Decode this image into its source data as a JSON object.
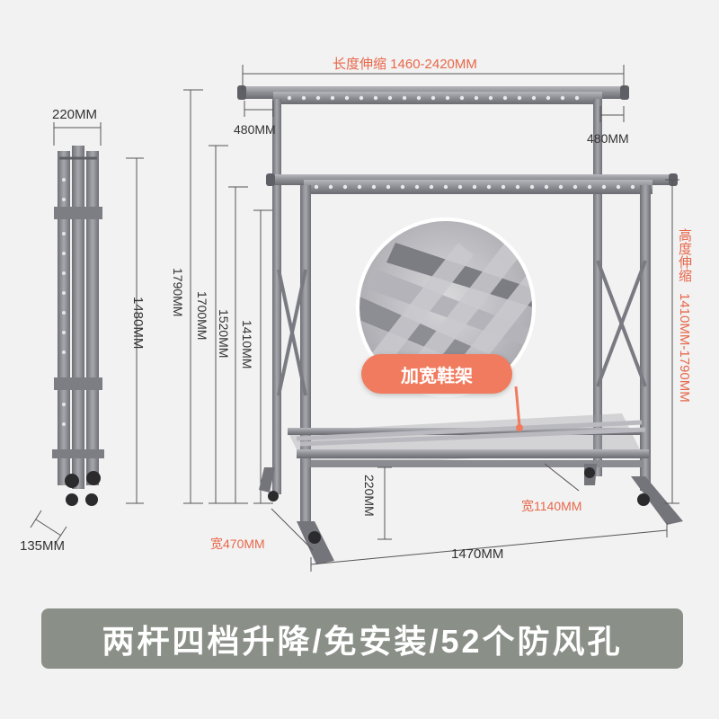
{
  "colors": {
    "background": "#f2f2f2",
    "frame": "#8d8d94",
    "frame_dark": "#6d6d74",
    "dimension_line": "#555555",
    "accent_orange": "#e8674a",
    "badge": "#f07b5e",
    "caption_bar": "#8a9088"
  },
  "labels": {
    "length_range": "长度伸缩 1460-2420MM",
    "left_extension": "480MM",
    "right_extension": "480MM",
    "folded_width": "220MM",
    "folded_height": "1480MM",
    "folded_depth": "135MM",
    "height_level_1": "1790MM",
    "height_level_2": "1700MM",
    "height_level_3": "1520MM",
    "height_level_4": "1410MM",
    "height_range": "高度伸缩",
    "height_range_values": "1410MM-1790MM",
    "shelf_height": "220MM",
    "base_width": "宽470MM",
    "inner_width": "宽1140MM",
    "total_width": "1470MM"
  },
  "zoom_callout": {
    "label": "加宽鞋架",
    "icon": "shoe-rack-closeup-icon"
  },
  "caption": "两杆四档升降/免安装/52个防风孔"
}
